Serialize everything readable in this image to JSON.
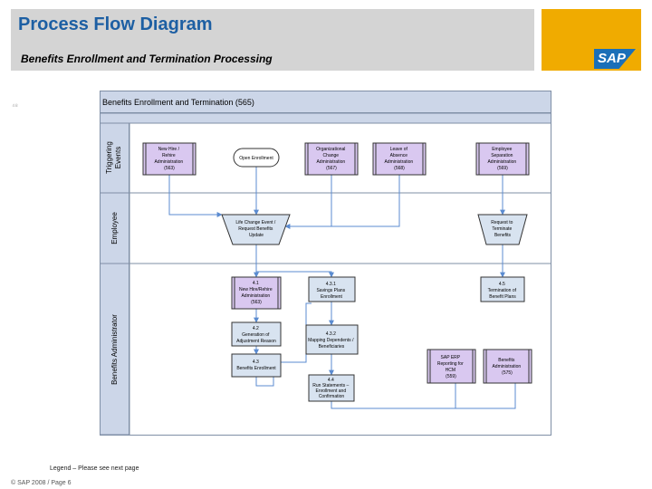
{
  "header": {
    "title": "Process Flow Diagram",
    "subtitle": "Benefits Enrollment and Termination Processing"
  },
  "logo": {
    "text": "SAP"
  },
  "slide": {
    "bullet": "⁴⁸",
    "legend_note": "Legend – Please see next page",
    "footer": "© SAP 2008 / Page 6"
  },
  "diagram": {
    "title": "Benefits Enrollment and Termination (565)",
    "lanes": {
      "triggering": [
        "Triggering",
        "Events"
      ],
      "employee": "Employee",
      "admin": "Benefits Administrator"
    },
    "nodes": {
      "new_hire_trigger": [
        "New Hire /",
        "Rehire",
        "Administration",
        "(563)"
      ],
      "open_enrollment": "Open Enrollment",
      "org_change": [
        "Organizational",
        "Change",
        "Administration",
        "(567)"
      ],
      "leave_absence": [
        "Leave of",
        "Absence",
        "Administration",
        "(568)"
      ],
      "emp_separation": [
        "Employee",
        "Separation",
        "Administration",
        "(569)"
      ],
      "life_change": [
        "Life Change Event /",
        "Request Benefits",
        "Update"
      ],
      "request_terminate": [
        "Request to",
        "Terminate",
        "Benefits"
      ],
      "n41": [
        "4.1",
        "New Hire/Rehire",
        "Administration",
        "(563)"
      ],
      "n42": [
        "4.2",
        "Generation of",
        "Adjustment Reason"
      ],
      "n43": [
        "4.3",
        "Benefits Enrollment"
      ],
      "n431": [
        "4.3.1",
        "Savings Plans",
        "Enrollment"
      ],
      "n432": [
        "4.3.2",
        "Mapping Dependents /",
        "Beneficiaries"
      ],
      "n44": [
        "4.4",
        "Run Statements –",
        "Enrollment and",
        "Confirmation"
      ],
      "n45": [
        "4.5",
        "Termination of",
        "Benefit Plans"
      ],
      "sap_erp": [
        "SAP ERP",
        "Reporting for",
        "HCM",
        "(559)"
      ],
      "benefits_admin": [
        "Benefits",
        "Administration",
        "(575)"
      ]
    }
  },
  "colors": {
    "header_bg": "#d4d4d4",
    "title_blue": "#1d5fa3",
    "sap_gold": "#f0ab00",
    "sap_blue": "#1a6fb8",
    "lane_bg": "#ccd6e8",
    "process_fill": "#d8e3f0",
    "trigger_fill": "#d9c8f0",
    "arrow": "#5b8bd0"
  }
}
